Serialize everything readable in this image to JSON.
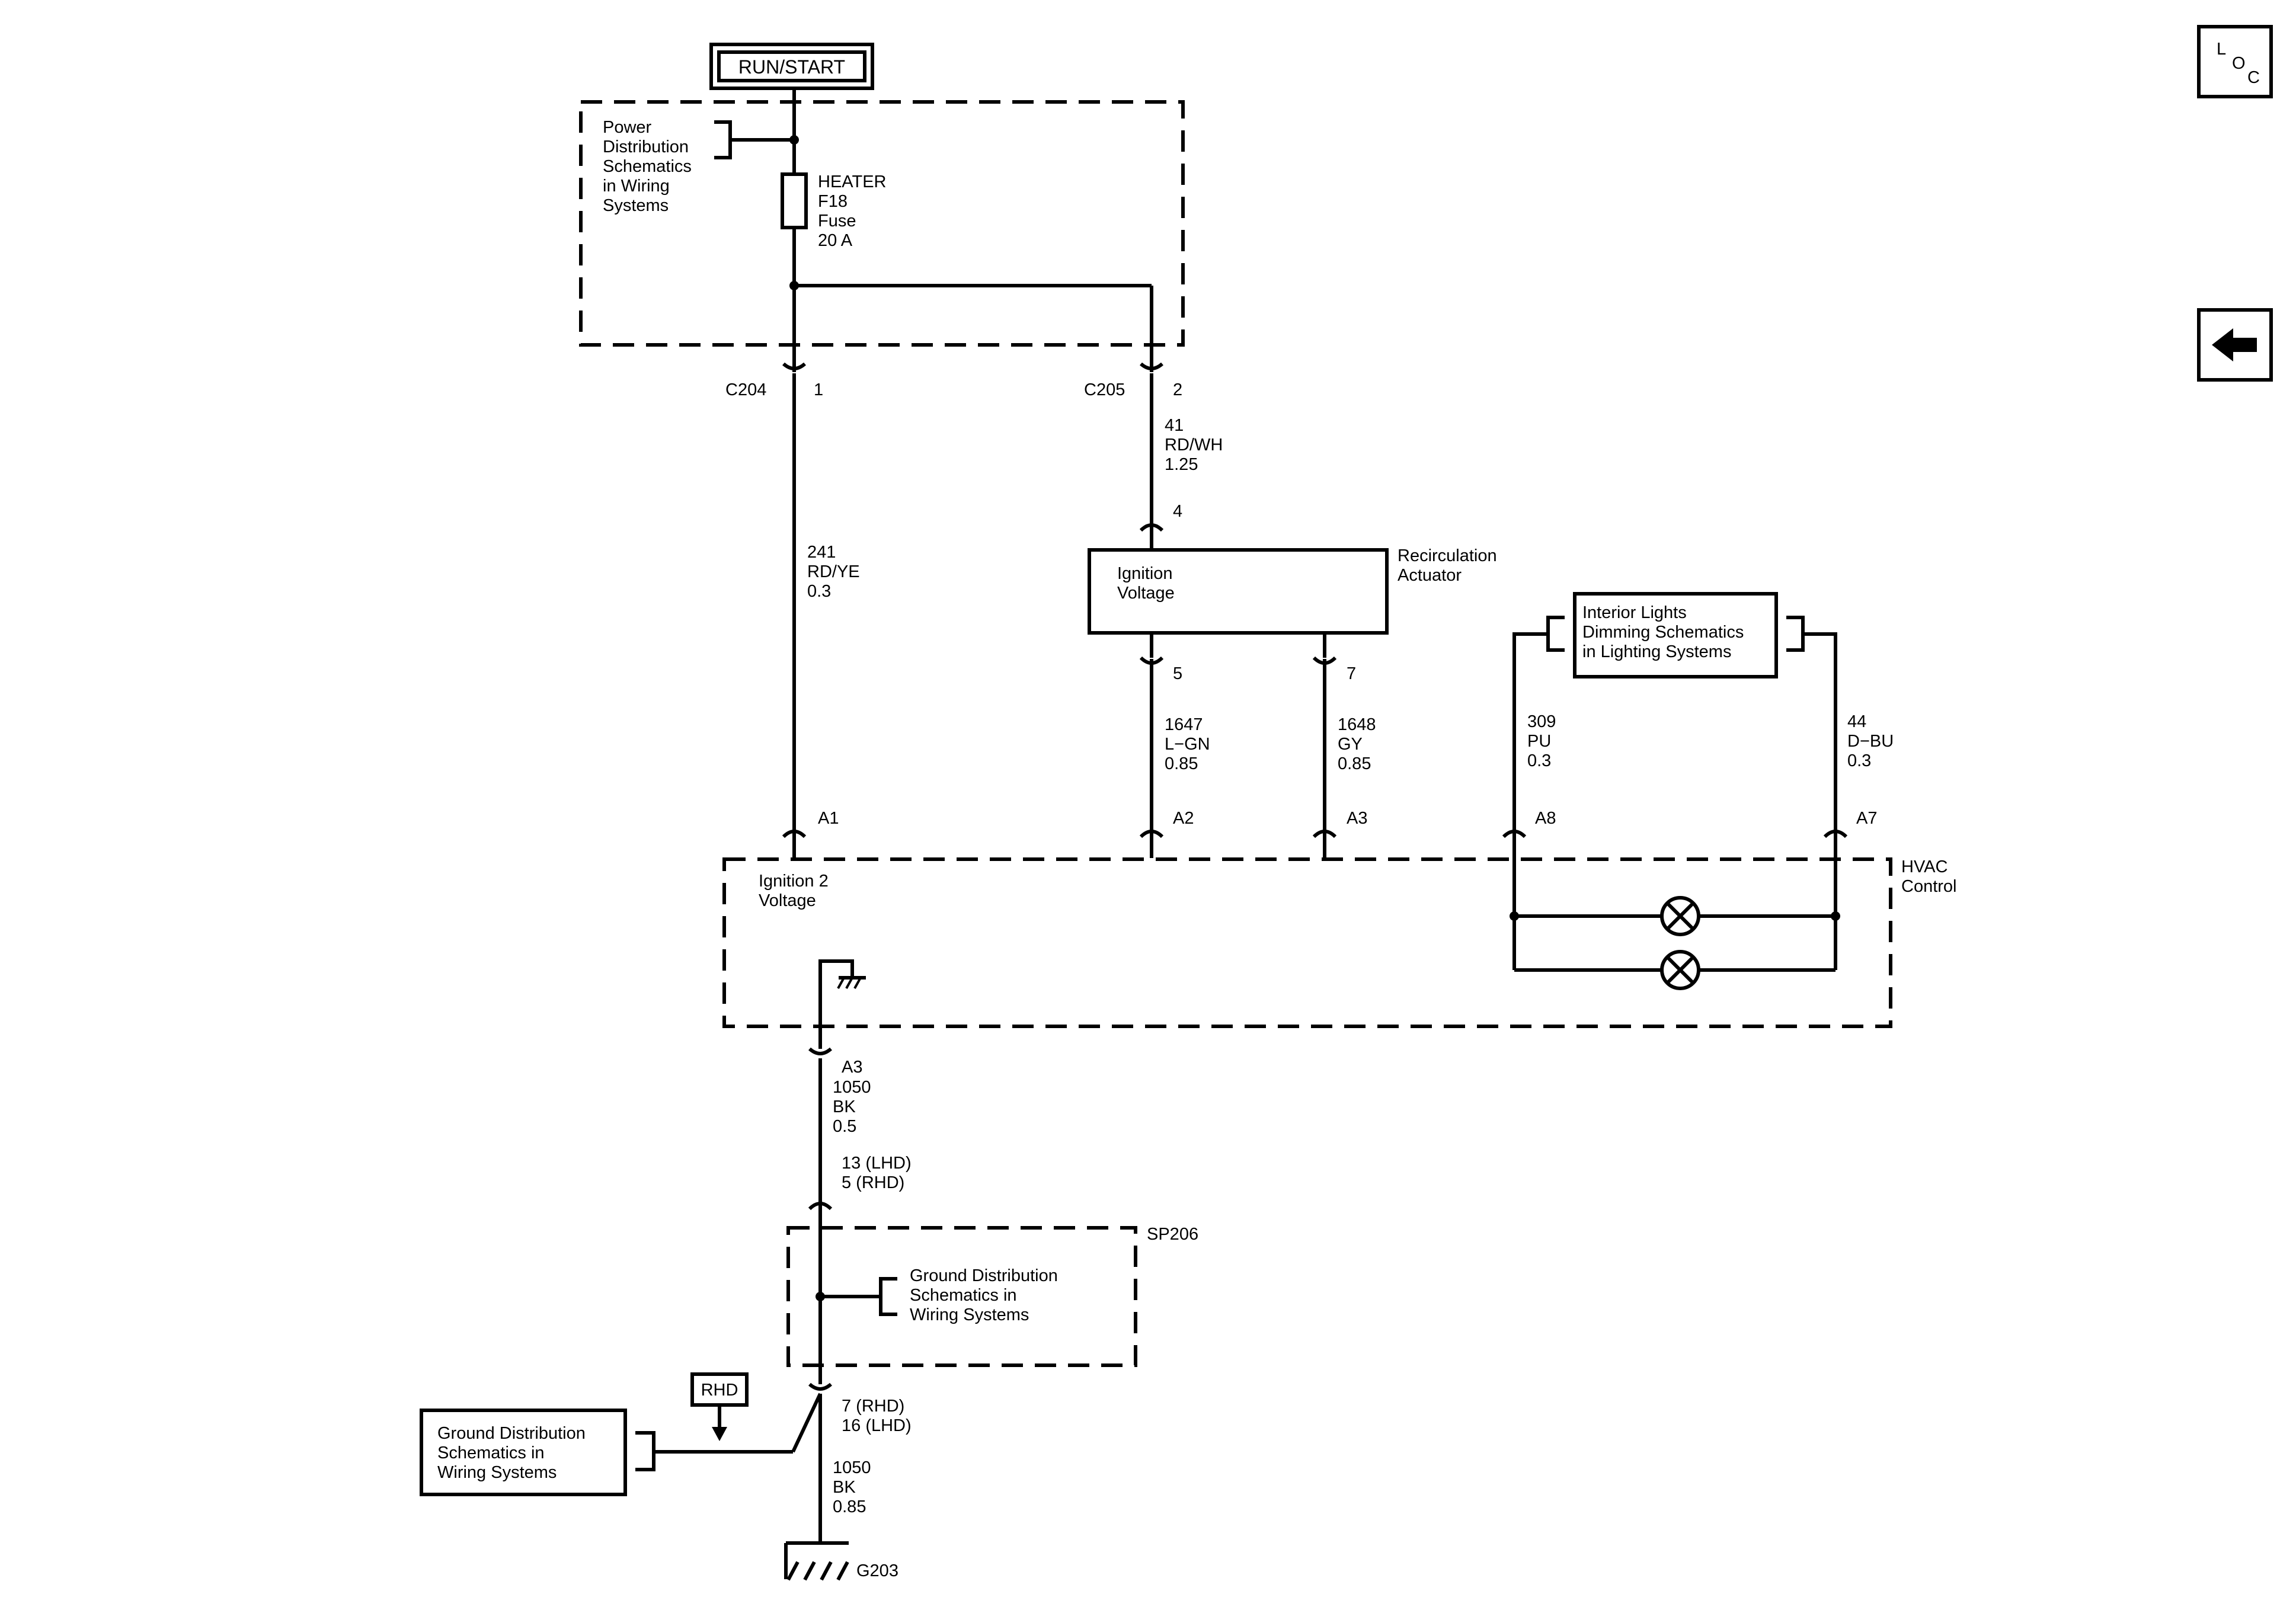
{
  "run_start": "RUN/START",
  "power_dist": [
    "Power",
    "Distribution",
    "Schematics",
    "in Wiring",
    "Systems"
  ],
  "fuse": [
    "HEATER",
    "F18",
    "Fuse",
    "20 A"
  ],
  "c204": {
    "name": "C204",
    "pin": "1"
  },
  "c205": {
    "name": "C205",
    "pin": "2"
  },
  "wire_241": [
    "241",
    "RD/YE",
    "0.3"
  ],
  "wire_41": [
    "41",
    "RD/WH",
    "1.25"
  ],
  "actuator": {
    "pin_in": "4",
    "inside": [
      "Ignition",
      "Voltage"
    ],
    "name": [
      "Recirculation",
      "Actuator"
    ],
    "pin5": "5",
    "pin7": "7"
  },
  "wire_1647": [
    "1647",
    "L−GN",
    "0.85"
  ],
  "wire_1648": [
    "1648",
    "GY",
    "0.85"
  ],
  "interior_lights": [
    "Interior Lights",
    "Dimming Schematics",
    "in Lighting Systems"
  ],
  "wire_309": [
    "309",
    "PU",
    "0.3"
  ],
  "wire_44": [
    "44",
    "D−BU",
    "0.3"
  ],
  "hvac": {
    "pins": [
      "A1",
      "A2",
      "A3",
      "A8",
      "A7"
    ],
    "ign2": [
      "Ignition 2",
      "Voltage"
    ],
    "name": [
      "HVAC",
      "Control"
    ],
    "ground_pin": "A3"
  },
  "wire_1050a": [
    "1050",
    "BK",
    "0.5"
  ],
  "sp206_pins": [
    "13 (LHD)",
    "5 (RHD)"
  ],
  "sp206_name": "SP206",
  "ground_dist_1": [
    "Ground Distribution",
    "Schematics in",
    "Wiring Systems"
  ],
  "sp206_out_pins": [
    "7 (RHD)",
    "16 (LHD)"
  ],
  "rhd": "RHD",
  "ground_dist_2": [
    "Ground Distribution",
    "Schematics in",
    "Wiring Systems"
  ],
  "wire_1050b": [
    "1050",
    "BK",
    "0.85"
  ],
  "g203": "G203",
  "nav": {
    "loc_letters": [
      "L",
      "O",
      "C"
    ],
    "back_icon": "left-arrow-icon"
  }
}
